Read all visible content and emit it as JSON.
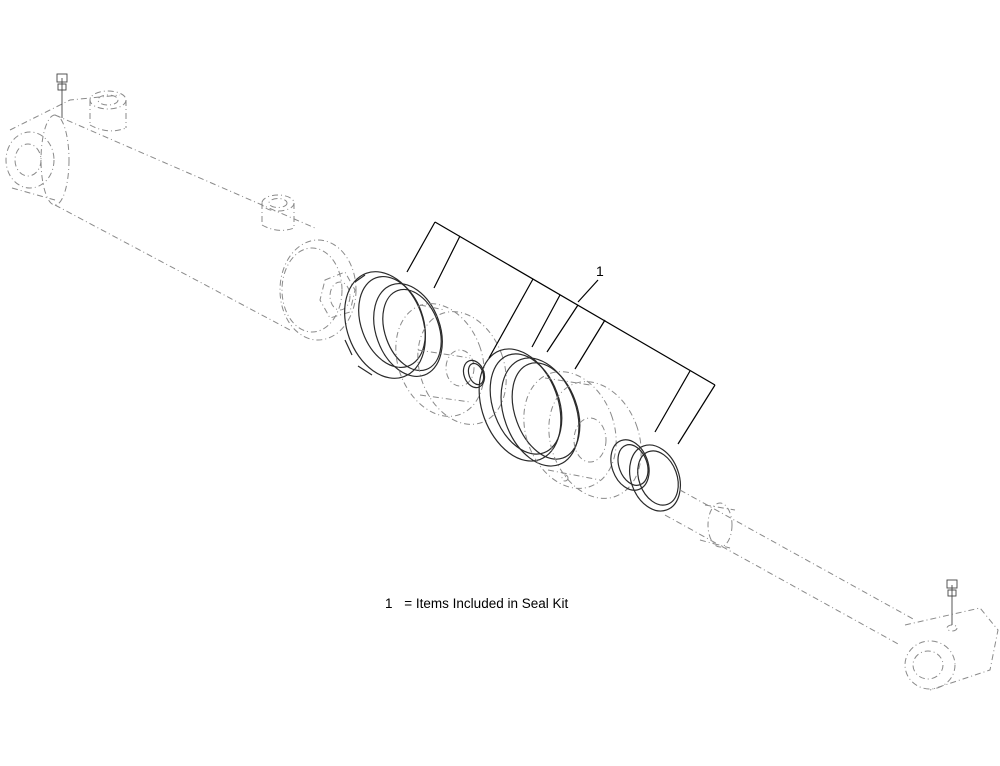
{
  "diagram": {
    "callout_number": "1",
    "legend": {
      "number": "1",
      "text": "= Items Included in Seal Kit"
    }
  }
}
